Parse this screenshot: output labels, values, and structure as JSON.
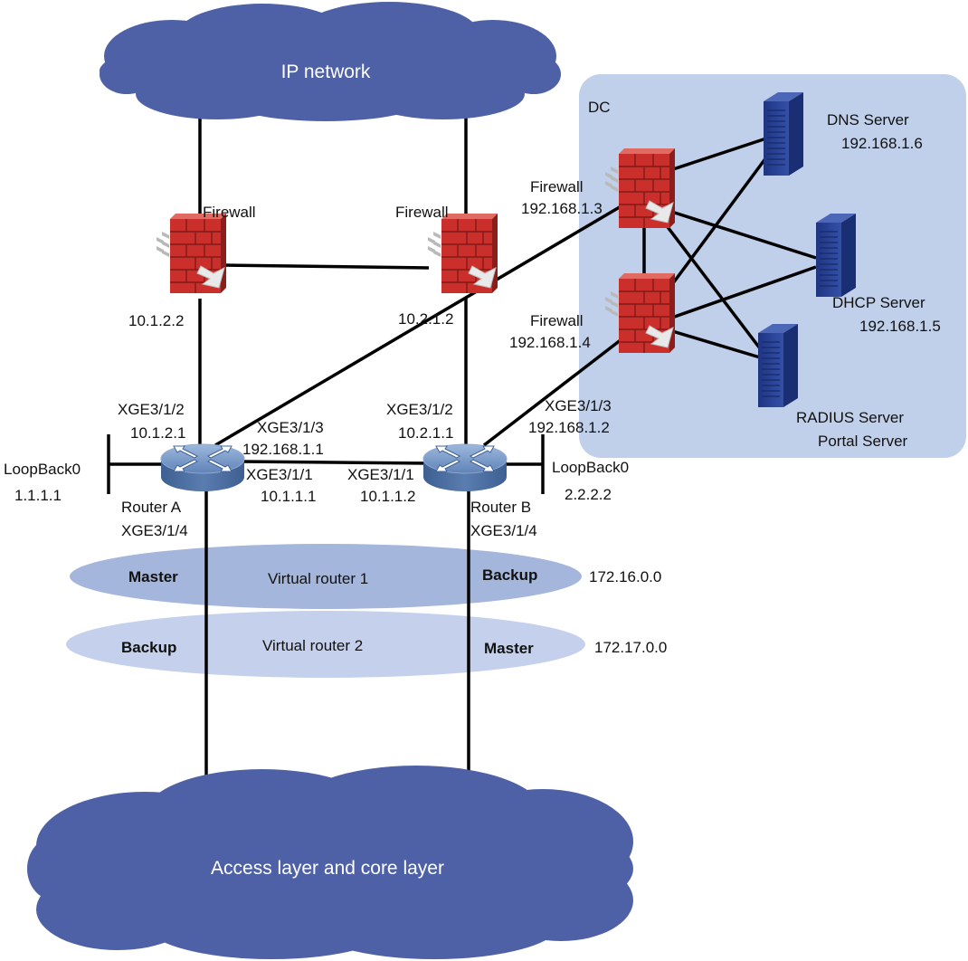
{
  "clouds": {
    "top": "IP network",
    "bottom": "Access layer and core layer"
  },
  "dc": {
    "label": "DC"
  },
  "firewalls": {
    "left": {
      "name": "Firewall",
      "ip": "10.1.2.2"
    },
    "mid": {
      "name": "Firewall",
      "ip": "10.2.1.2"
    },
    "dc_top": {
      "name": "Firewall",
      "ip": "192.168.1.3"
    },
    "dc_bottom": {
      "name": "Firewall",
      "ip": "192.168.1.4"
    }
  },
  "servers": {
    "dns": {
      "name": "DNS Server",
      "ip": "192.168.1.6"
    },
    "dhcp": {
      "name": "DHCP Server",
      "ip": "192.168.1.5"
    },
    "radius": {
      "name": "RADIUS Server",
      "name2": "Portal Server"
    }
  },
  "router_a": {
    "name": "Router A",
    "loopback": "LoopBack0",
    "loopback_ip": "1.1.1.1",
    "if_up": "XGE3/1/2",
    "if_up_ip": "10.1.2.1",
    "if_dc": "XGE3/1/3",
    "if_dc_ip": "192.168.1.1",
    "if_peer": "XGE3/1/1",
    "if_peer_ip": "10.1.1.1",
    "if_down": "XGE3/1/4"
  },
  "router_b": {
    "name": "Router B",
    "loopback": "LoopBack0",
    "loopback_ip": "2.2.2.2",
    "if_up": "XGE3/1/2",
    "if_up_ip": "10.2.1.1",
    "if_dc": "XGE3/1/3",
    "if_dc_ip": "192.168.1.2",
    "if_peer": "XGE3/1/1",
    "if_peer_ip": "10.1.1.2",
    "if_down": "XGE3/1/4"
  },
  "vrrp": [
    {
      "name": "Virtual router 1",
      "router_a_role": "Master",
      "router_b_role": "Backup",
      "network": "172.16.0.0",
      "color": "#a5b6dc"
    },
    {
      "name": "Virtual router 2",
      "router_a_role": "Backup",
      "router_b_role": "Master",
      "network": "172.17.0.0",
      "color": "#c5d1ec"
    }
  ],
  "colors": {
    "cloud": "#4f61a6",
    "dc_area": "#c1d0ea",
    "firewall": "#c8312e",
    "router": "#5a80b4",
    "server": "#2d4696"
  }
}
